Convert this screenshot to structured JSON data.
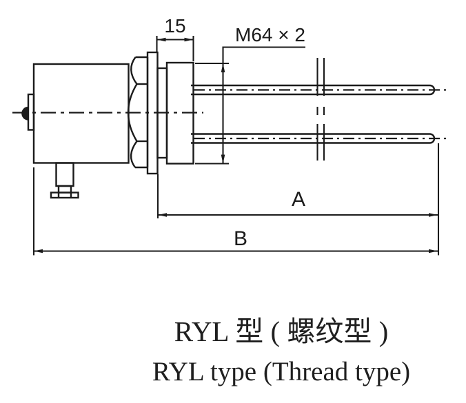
{
  "page": {
    "background": "#ffffff"
  },
  "drawing": {
    "line_color": "#1b1b1b",
    "dim_labels": {
      "thread_length": "15",
      "thread_spec": "M64 × 2",
      "a": "A",
      "b": "B"
    },
    "caption": {
      "zh": "RYL 型 ( 螺纹型 )",
      "en": "RYL type (Thread type)"
    }
  }
}
